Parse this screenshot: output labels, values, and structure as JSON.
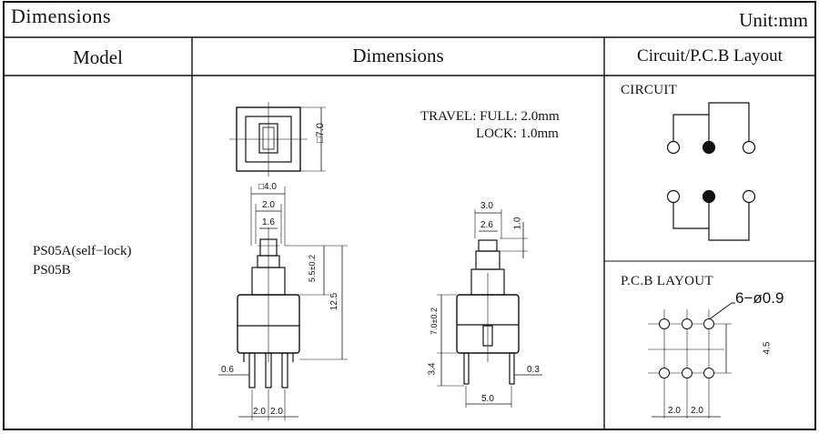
{
  "title": "Dimensions",
  "unit": "Unit:mm",
  "headers": {
    "model": "Model",
    "dimensions": "Dimensions",
    "circuit_pcb": "Circuit/P.C.B Layout"
  },
  "models": [
    "PS05A(self−lock)",
    "PS05B"
  ],
  "travel": {
    "full": "TRAVEL: FULL: 2.0mm",
    "lock": "LOCK: 1.0mm"
  },
  "circuit_label": "CIRCUIT",
  "pcb_label": "P.C.B LAYOUT",
  "pcb_holes_label": "6−ø0.9",
  "dims_left": {
    "top_square": "□7.0",
    "square_small": "□4.0",
    "width_2": "2.0",
    "width_16": "1.6",
    "height_55": "5.5±0.2",
    "height_125": "12.5",
    "pin_06": "0.6",
    "pitch_a": "2.0",
    "pitch_b": "2.0"
  },
  "dims_right": {
    "w30": "3.0",
    "w26": "2.6",
    "h10": "1.0",
    "h70": "7.0±0.2",
    "h34": "3.4",
    "w03": "0.3",
    "w50": "5.0"
  },
  "pcb_dims": {
    "h45": "4.5",
    "pitch_a": "2.0",
    "pitch_b": "2.0"
  }
}
